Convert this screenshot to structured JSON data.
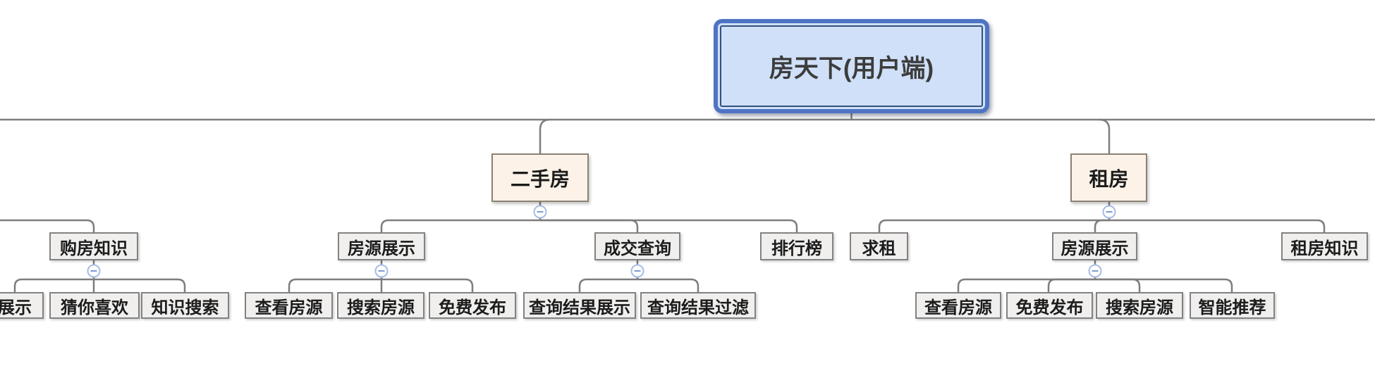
{
  "tree": {
    "root": {
      "label": "房天下(用户端)"
    },
    "branches": [
      {
        "label": "二手房",
        "children": [
          {
            "label": "房源展示",
            "children": [
              {
                "label": "查看房源"
              },
              {
                "label": "搜索房源"
              },
              {
                "label": "免费发布"
              }
            ]
          },
          {
            "label": "成交查询",
            "children": [
              {
                "label": "查询结果展示"
              },
              {
                "label": "查询结果过滤"
              }
            ]
          },
          {
            "label": "排行榜",
            "children": []
          }
        ]
      },
      {
        "label": "租房",
        "children": [
          {
            "label": "求租",
            "children": []
          },
          {
            "label": "房源展示",
            "children": [
              {
                "label": "查看房源"
              },
              {
                "label": "免费发布"
              },
              {
                "label": "搜索房源"
              },
              {
                "label": "智能推荐"
              }
            ]
          },
          {
            "label": "租房知识",
            "children": []
          }
        ]
      }
    ],
    "left_subtree": {
      "label": "购房知识",
      "children": [
        {
          "label": "展示"
        },
        {
          "label": "猜你喜欢"
        },
        {
          "label": "知识搜索"
        }
      ]
    }
  },
  "icons": {
    "collapse_glyph": "−"
  },
  "colors": {
    "root_fill": "#cfe0f8",
    "root_border": "#4f74c4",
    "root_inner_border": "#33517f",
    "branch_fill": "#fcf2e8",
    "branch_border": "#8b8274",
    "node_fill": "#f0efee",
    "node_border": "#828282",
    "connector_line": "#7d7d7d",
    "collapse_circle_stroke": "#a6bce6",
    "collapse_minus": "#7d9bd4",
    "text": "#1c1c1c"
  }
}
